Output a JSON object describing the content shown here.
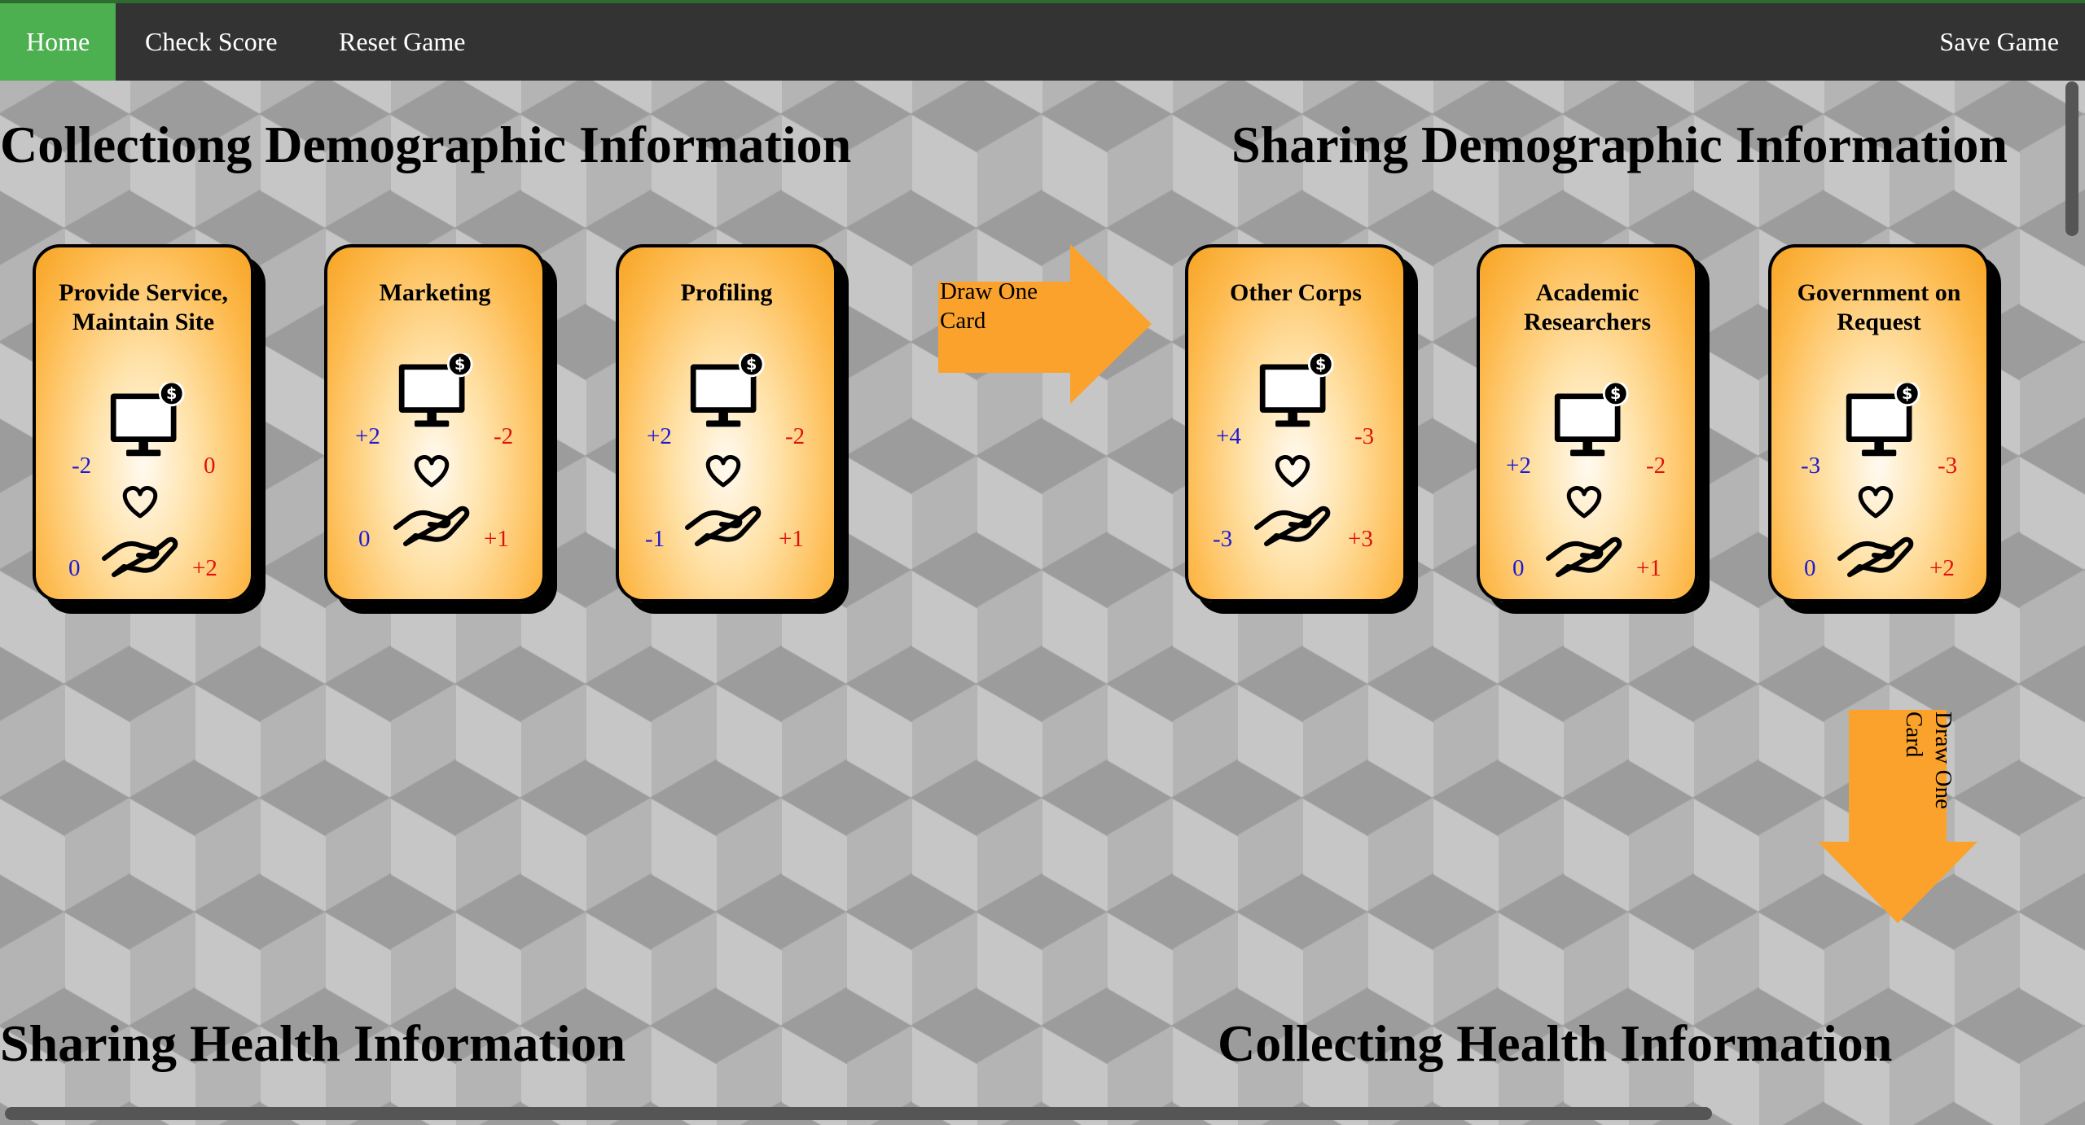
{
  "nav": {
    "home": "Home",
    "check_score": "Check Score",
    "reset_game": "Reset Game",
    "save_game": "Save Game"
  },
  "sections": {
    "collecting_demographic": "Collectiong Demographic Information",
    "sharing_demographic": "Sharing Demographic Information",
    "sharing_health": "Sharing Health Information",
    "collecting_health": "Collecting Health Information"
  },
  "arrows": {
    "right_label": "Draw One Card",
    "down_label": "Draw One Card"
  },
  "cards": [
    {
      "title": "Provide Service, Maintain Site",
      "tl": "-2",
      "tr": "0",
      "bl": "0",
      "br": "+2"
    },
    {
      "title": "Marketing",
      "tl": "+2",
      "tr": "-2",
      "bl": "0",
      "br": "+1"
    },
    {
      "title": "Profiling",
      "tl": "+2",
      "tr": "-2",
      "bl": "-1",
      "br": "+1"
    },
    {
      "title": "Other Corps",
      "tl": "+4",
      "tr": "-3",
      "bl": "-3",
      "br": "+3"
    },
    {
      "title": "Academic Researchers",
      "tl": "+2",
      "tr": "-2",
      "bl": "0",
      "br": "+1"
    },
    {
      "title": "Government on Request",
      "tl": "-3",
      "tr": "-3",
      "bl": "0",
      "br": "+2"
    }
  ],
  "icons": [
    "monitor-dollar-icon",
    "heart-hand-icon"
  ],
  "colors": {
    "nav_bg": "#333333",
    "nav_active": "#4caf50",
    "card_orange": "#f7a424",
    "arrow_orange": "#faa22c",
    "positive_blue": "#1a1ad6",
    "negative_red": "#e01010"
  }
}
